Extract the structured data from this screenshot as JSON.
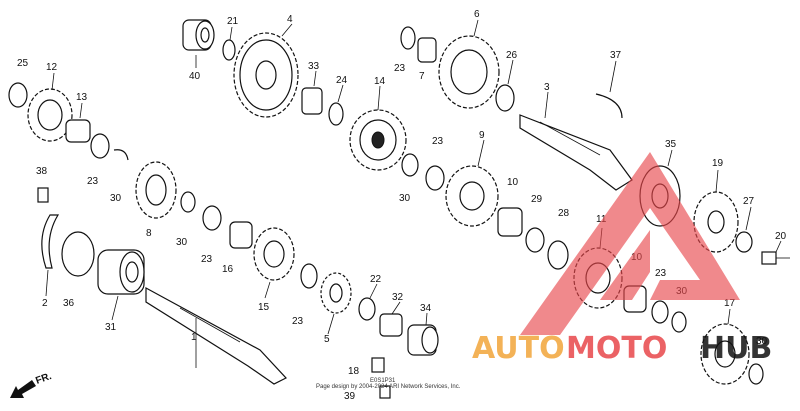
{
  "callouts": [
    "1",
    "2",
    "3",
    "4",
    "5",
    "6",
    "7",
    "8",
    "9",
    "10",
    "10",
    "11",
    "12",
    "13",
    "14",
    "15",
    "16",
    "17",
    "18",
    "19",
    "20",
    "21",
    "22",
    "23",
    "23",
    "23",
    "23",
    "23",
    "23",
    "24",
    "25",
    "26",
    "27",
    "28",
    "29",
    "30",
    "30",
    "30",
    "30",
    "30",
    "31",
    "32",
    "33",
    "34",
    "35",
    "36",
    "37",
    "38",
    "39",
    "40"
  ],
  "direction_label": "FR.",
  "watermark": {
    "part1": "AUTO",
    "part2": "MOTO",
    "part3": "HUB",
    "color_orange": "#f2a53a",
    "color_red": "#e8474b"
  },
  "footer_line1": "Page design by 2004-2024 ARI Network Services, Inc.",
  "footer_line2": "E0S1P31",
  "colors": {
    "ink": "#111111",
    "background": "#ffffff"
  }
}
